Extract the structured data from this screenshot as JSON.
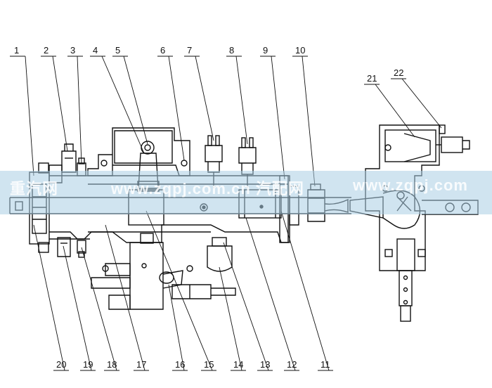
{
  "watermark": {
    "left_text": "重汽网",
    "middle_text": "www.zqpj.com.cn 汽配网",
    "right_text": "www.zqpj.com"
  },
  "callouts": {
    "top": [
      "1",
      "2",
      "3",
      "4",
      "5",
      "6",
      "7",
      "8",
      "9",
      "10"
    ],
    "bottom": [
      "20",
      "19",
      "18",
      "17",
      "16",
      "15",
      "14",
      "13",
      "12",
      "11"
    ],
    "right": [
      "21",
      "22"
    ]
  },
  "colors": {
    "ink": "#111111",
    "watermark_band": "#aacde4"
  }
}
